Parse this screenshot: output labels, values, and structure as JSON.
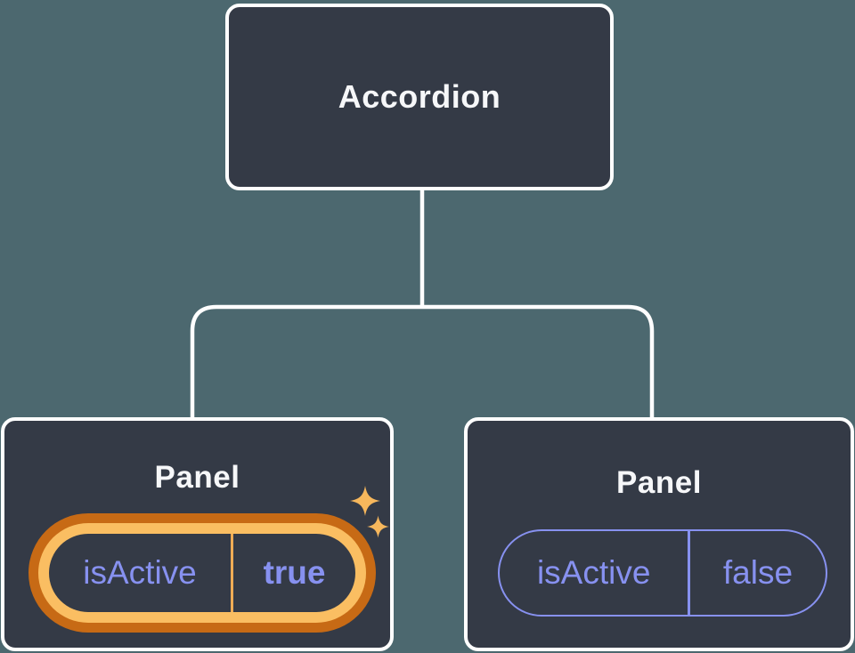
{
  "colors": {
    "background": "#4C686F",
    "node-fill": "#343A46",
    "node-border": "#FFFFFF",
    "node-text": "#F6F7F9",
    "connector": "#FFFFFF",
    "prop-text": "#8791F0",
    "pill-border": "#8791F0",
    "highlight-outer": "#C76A15",
    "highlight-gold": "#FABE62",
    "highlight-divider": "#EFAC55",
    "sparkle": "#F6B75C"
  },
  "tree": {
    "root": {
      "label": "Accordion"
    },
    "children": [
      {
        "title": "Panel",
        "prop_name": "isActive",
        "prop_value": "true"
      },
      {
        "title": "Panel",
        "prop_name": "isActive",
        "prop_value": "false"
      }
    ]
  }
}
